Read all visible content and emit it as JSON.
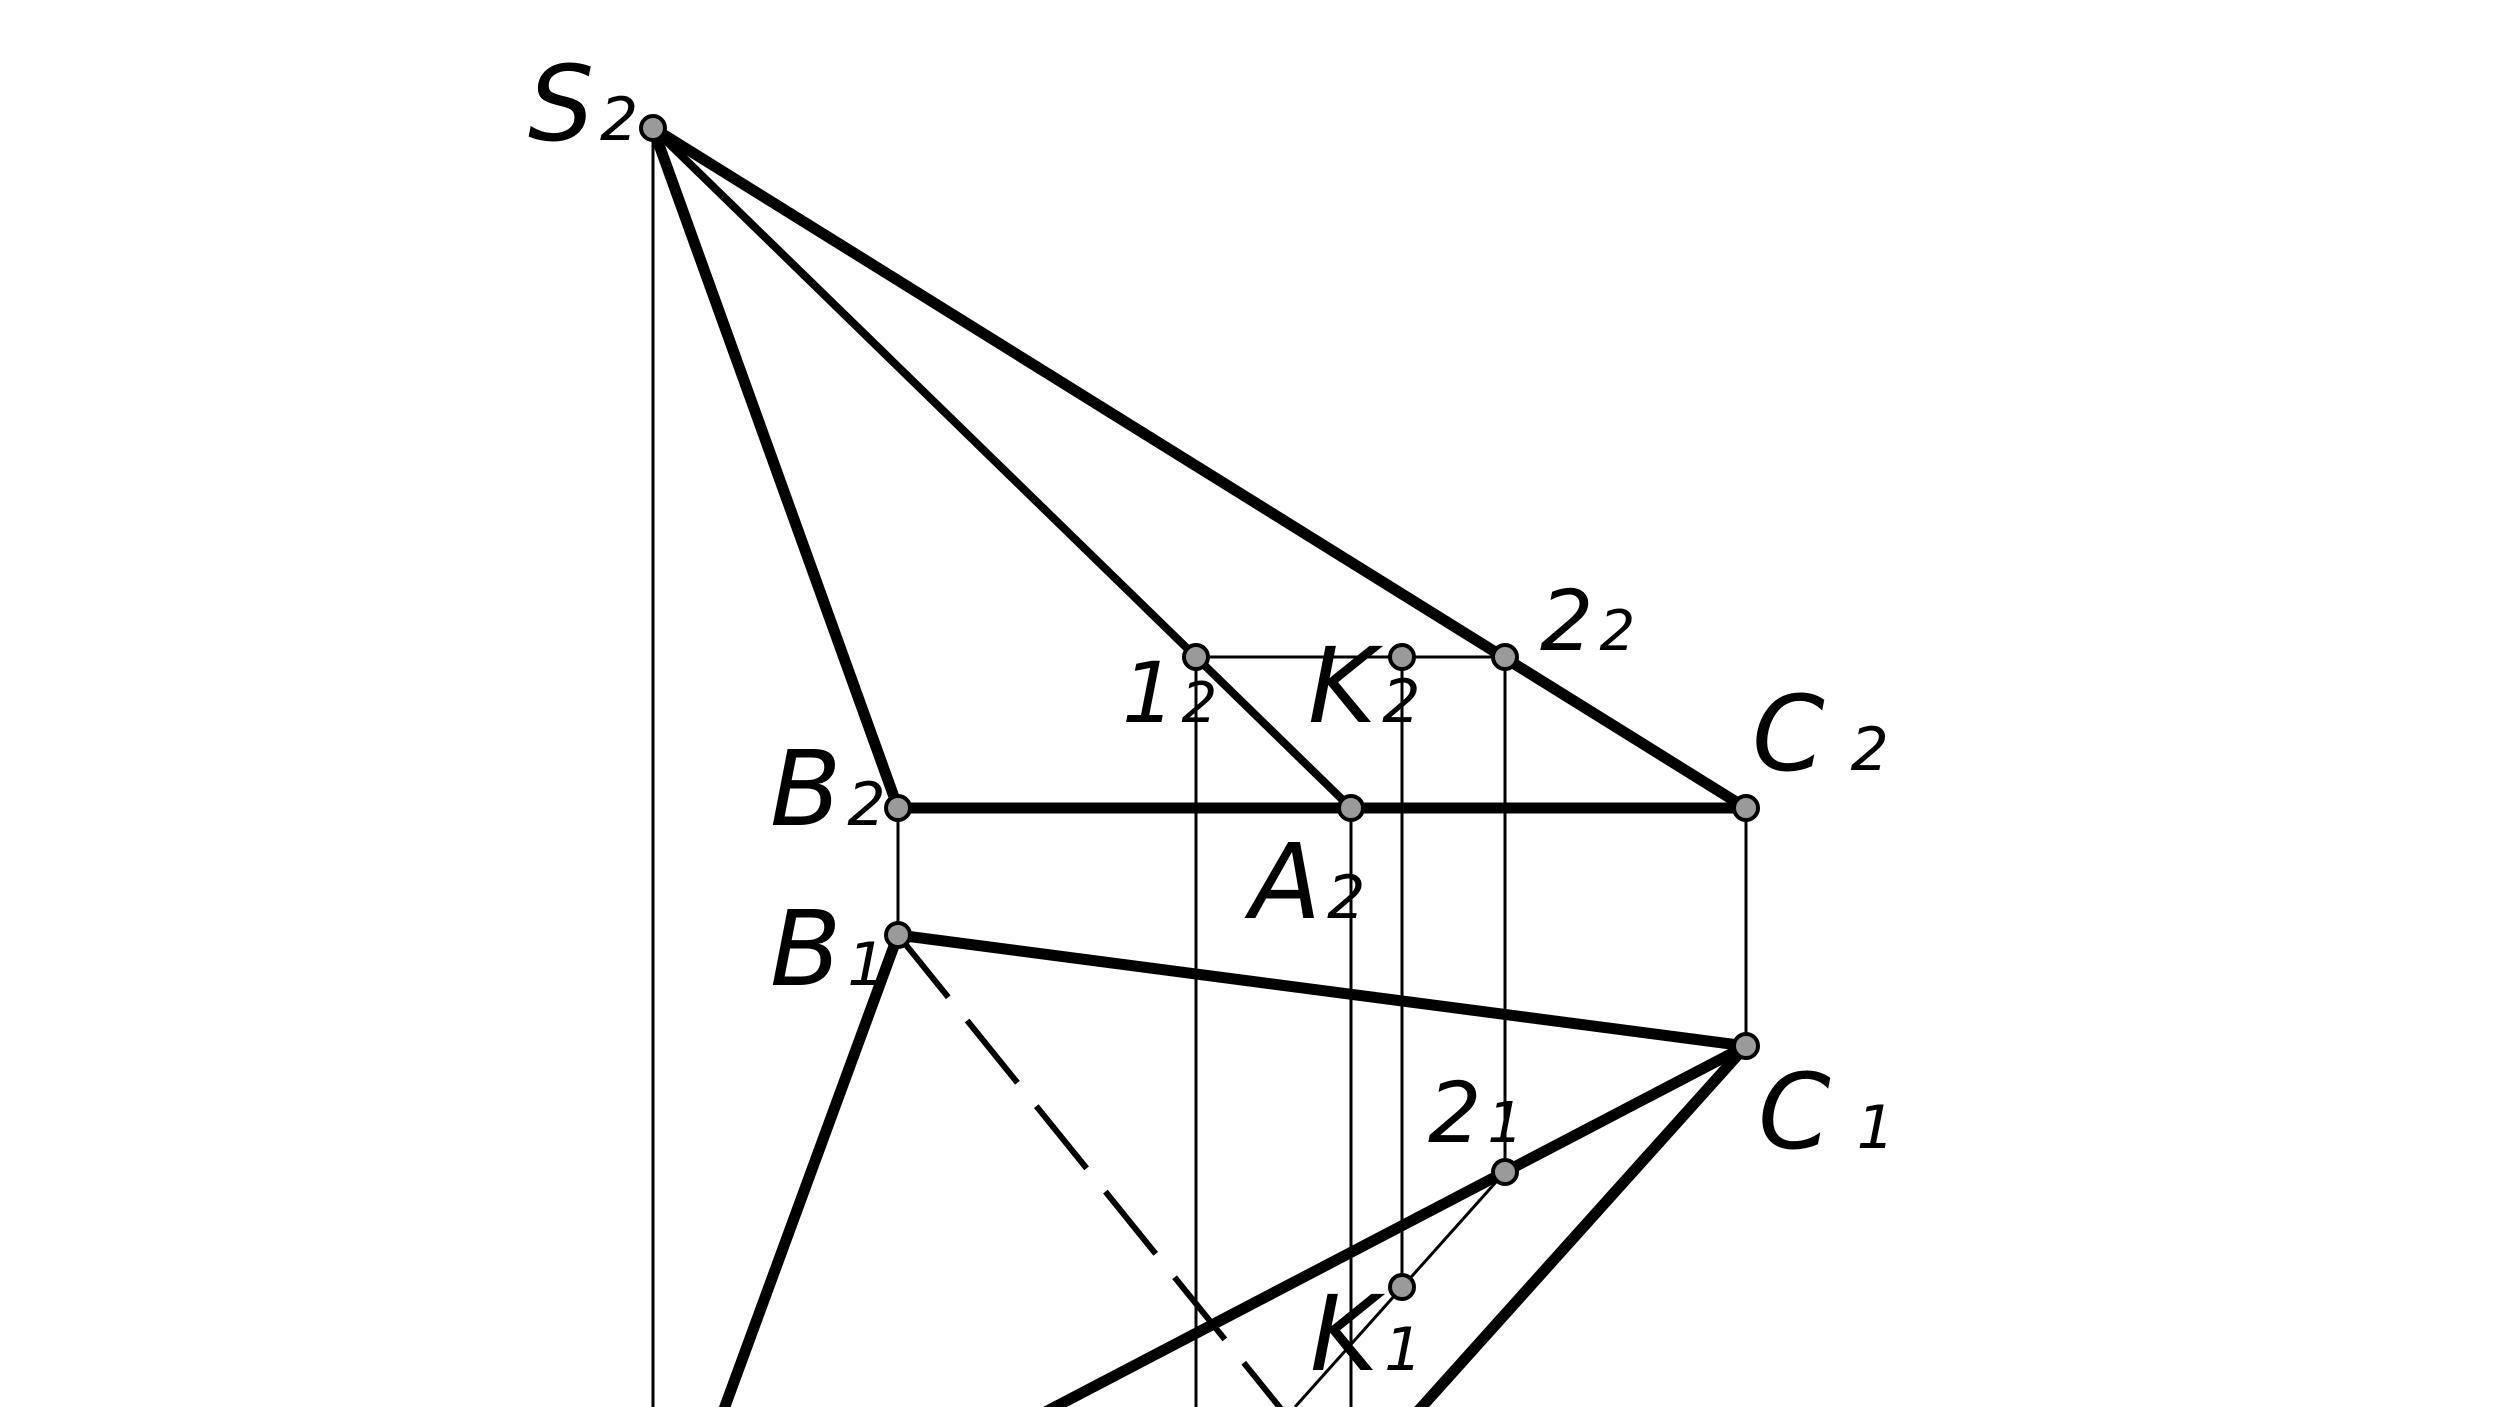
{
  "diagram": {
    "title": "",
    "labels": {
      "S2": {
        "main": "S",
        "sub": "2"
      },
      "B2": {
        "main": "B",
        "sub": "2"
      },
      "A2": {
        "main": "A",
        "sub": "2"
      },
      "C2": {
        "main": "C",
        "sub": "2"
      },
      "one2": {
        "main": "1",
        "sub": "2"
      },
      "K2": {
        "main": "K",
        "sub": "2"
      },
      "two2": {
        "main": "2",
        "sub": "2"
      },
      "B1": {
        "main": "B",
        "sub": "1"
      },
      "C1": {
        "main": "C",
        "sub": "1"
      },
      "two1": {
        "main": "2",
        "sub": "1"
      },
      "K1": {
        "main": "K",
        "sub": "1"
      }
    },
    "colors": {
      "line": "#000000",
      "point_fill": "#9a9a9a",
      "background": "#ffffff"
    }
  }
}
